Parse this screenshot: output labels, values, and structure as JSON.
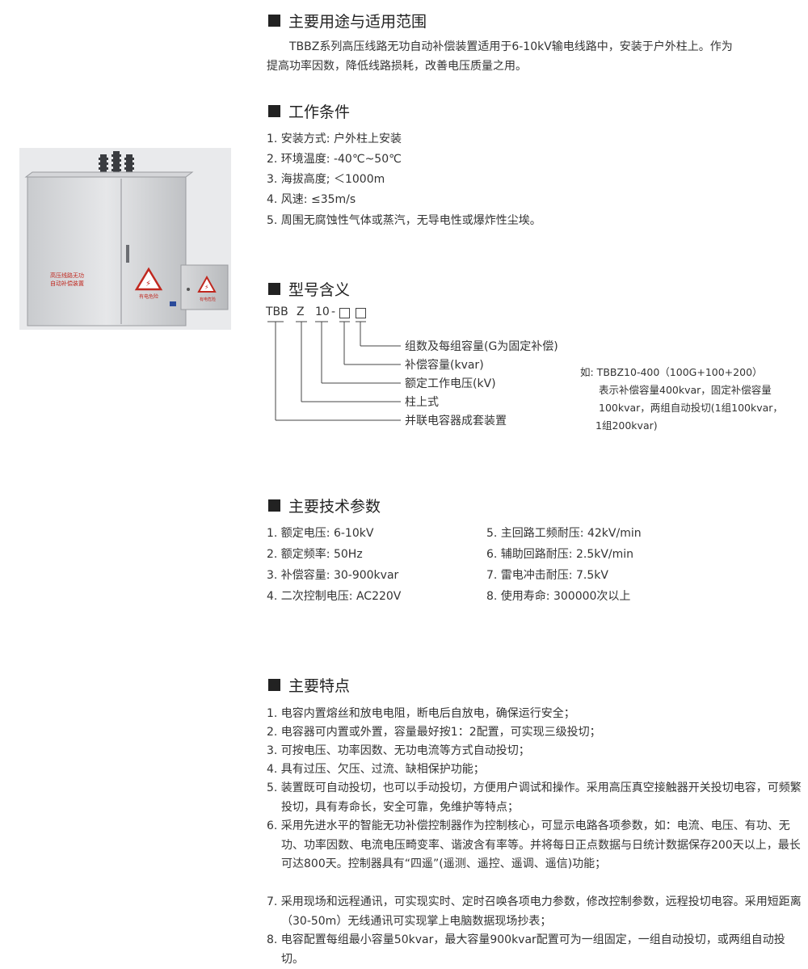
{
  "sec_usage": {
    "title": "主要用途与适用范围",
    "para1": "TBBZ系列高压线路无功自动补偿装置适用于6-10kV输电线路中，安装于户外柱上。作为",
    "para2": "提高功率因数，降低线路损耗，改善电压质量之用。"
  },
  "sec_conditions": {
    "title": "工作条件",
    "items": [
      "1. 安装方式: 户外柱上安装",
      "2. 环境温度: -40℃~50℃",
      "3. 海拔高度; ＜1000m",
      "4. 风速: ≤35m/s",
      "5. 周围无腐蚀性气体或蒸汽，无导电性或爆炸性尘埃。"
    ]
  },
  "sec_model": {
    "title": "型号含义",
    "code": {
      "p1": "TBB",
      "p2": "Z",
      "p3": "10",
      "dash": "-"
    },
    "labels": [
      "组数及每组容量(G为固定补偿)",
      "补偿容量(kvar)",
      "额定工作电压(kV)",
      "柱上式",
      "并联电容器成套装置"
    ],
    "example": [
      "如: TBBZ10-400（100G+100+200）",
      "表示补偿容量400kvar，固定补偿容量",
      "100kvar，两组自动投切(1组100kvar，",
      "1组200kvar)"
    ]
  },
  "cabinet": {
    "left_label_1": "高压线路无功",
    "left_label_2": "自动补偿装置",
    "warning": "有电危险",
    "warning_small": "有电危险"
  },
  "sec_params": {
    "title": "主要技术参数",
    "left": [
      "1. 额定电压: 6-10kV",
      "2. 额定频率: 50Hz",
      "3. 补偿容量: 30-900kvar",
      "4. 二次控制电压: AC220V"
    ],
    "right": [
      "5. 主回路工频耐压: 42kV/min",
      "6. 辅助回路耐压: 2.5kV/min",
      "7. 雷电冲击耐压: 7.5kV",
      "8. 使用寿命: 300000次以上"
    ]
  },
  "sec_features": {
    "title": "主要特点",
    "items": [
      "1. 电容内置熔丝和放电电阻，断电后自放电，确保运行安全；",
      "2. 电容器可内置或外置，容量最好按1：2配置，可实现三级投切；",
      "3. 可按电压、功率因数、无功电流等方式自动投切；",
      "4. 具有过压、欠压、过流、缺相保护功能；",
      "5. 装置既可自动投切，也可以手动投切，方便用户调试和操作。采用高压真空接触器开关投切电容，可频繁投切，具有寿命长，安全可靠，免维护等特点；",
      "6. 采用先进水平的智能无功补偿控制器作为控制核心，可显示电路各项参数，如：电流、电压、有功、无功、功率因数、电流电压畸变率、谐波含有率等。并将每日正点数据与日统计数据保存200天以上，最长可达800天。控制器具有“四遥”(遥测、遥控、遥调、遥信)功能；",
      "7. 采用现场和远程通讯，可实现实时、定时召唤各项电力参数，修改控制参数，远程投切电容。采用短距离（30-50m）无线通讯可实现掌上电脑数据现场抄表；",
      "8. 电容配置每组最小容量50kvar，最大容量900kvar配置可为一组固定，一组自动投切，或两组自动投切。"
    ]
  }
}
